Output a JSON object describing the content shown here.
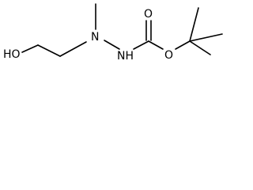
{
  "molecule": {
    "atoms": {
      "hydroxyl": "HO",
      "amine_n": "N",
      "hydrazide_nh": "NH",
      "ester_o": "O",
      "carbonyl_o": "O"
    }
  }
}
